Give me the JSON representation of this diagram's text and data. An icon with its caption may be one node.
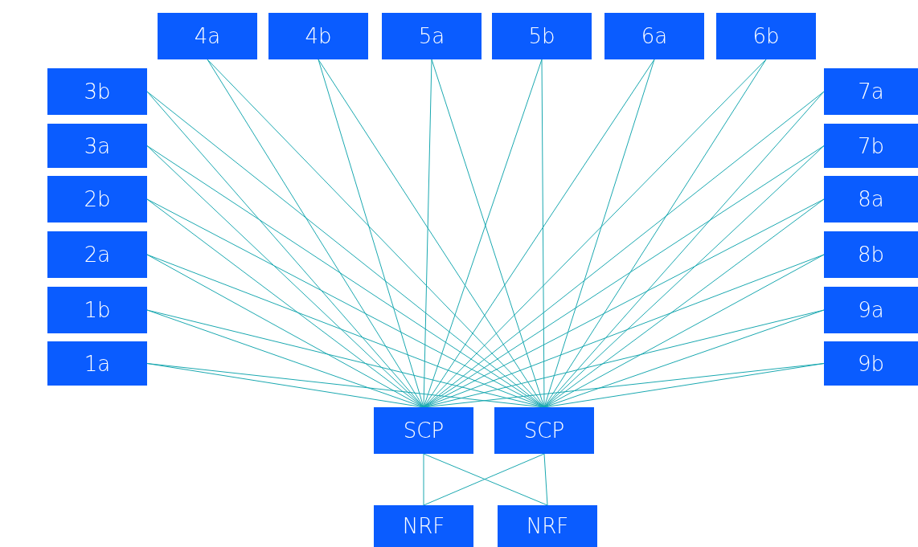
{
  "diagram": {
    "nodes": [
      {
        "text": [
          "4a"
        ]
      },
      {
        "text": [
          "4b"
        ]
      },
      {
        "text": [
          "5a"
        ]
      },
      {
        "text": [
          "5b"
        ]
      },
      {
        "text": [
          "6a"
        ]
      },
      {
        "text": [
          "6b"
        ]
      },
      {
        "text": [
          "3b"
        ]
      },
      {
        "text": [
          "7a"
        ]
      },
      {
        "text": [
          "3a"
        ]
      },
      {
        "text": [
          "7b"
        ]
      },
      {
        "text": [
          "2b"
        ]
      },
      {
        "text": [
          "8a"
        ]
      },
      {
        "text": [
          "2a"
        ]
      },
      {
        "text": [
          "8b"
        ]
      },
      {
        "text": [
          "1b"
        ]
      },
      {
        "text": [
          "9a"
        ]
      },
      {
        "text": [
          "1a"
        ]
      },
      {
        "text": [
          "9b"
        ]
      },
      {
        "text": [
          "SCP"
        ]
      },
      {
        "text": [
          "SCP"
        ]
      },
      {
        "text": [
          "NRF"
        ]
      },
      {
        "text": [
          "NRF"
        ]
      }
    ],
    "edges": [
      {
        "from": 0,
        "to": 18,
        "arrow": "none"
      },
      {
        "from": 0,
        "to": 19,
        "arrow": "none"
      },
      {
        "from": 1,
        "to": 18,
        "arrow": "none"
      },
      {
        "from": 1,
        "to": 19,
        "arrow": "none"
      },
      {
        "from": 2,
        "to": 18,
        "arrow": "none"
      },
      {
        "from": 2,
        "to": 19,
        "arrow": "none"
      },
      {
        "from": 3,
        "to": 18,
        "arrow": "none"
      },
      {
        "from": 3,
        "to": 19,
        "arrow": "none"
      },
      {
        "from": 4,
        "to": 18,
        "arrow": "none"
      },
      {
        "from": 4,
        "to": 19,
        "arrow": "none"
      },
      {
        "from": 5,
        "to": 18,
        "arrow": "none"
      },
      {
        "from": 5,
        "to": 19,
        "arrow": "none"
      },
      {
        "from": 6,
        "to": 18,
        "arrow": "none"
      },
      {
        "from": 6,
        "to": 19,
        "arrow": "none"
      },
      {
        "from": 7,
        "to": 18,
        "arrow": "none"
      },
      {
        "from": 7,
        "to": 19,
        "arrow": "none"
      },
      {
        "from": 8,
        "to": 18,
        "arrow": "none"
      },
      {
        "from": 8,
        "to": 19,
        "arrow": "none"
      },
      {
        "from": 9,
        "to": 18,
        "arrow": "none"
      },
      {
        "from": 9,
        "to": 19,
        "arrow": "none"
      },
      {
        "from": 10,
        "to": 18,
        "arrow": "none"
      },
      {
        "from": 10,
        "to": 19,
        "arrow": "none"
      },
      {
        "from": 11,
        "to": 18,
        "arrow": "none"
      },
      {
        "from": 11,
        "to": 19,
        "arrow": "none"
      },
      {
        "from": 12,
        "to": 18,
        "arrow": "none"
      },
      {
        "from": 12,
        "to": 19,
        "arrow": "none"
      },
      {
        "from": 13,
        "to": 18,
        "arrow": "none"
      },
      {
        "from": 13,
        "to": 19,
        "arrow": "none"
      },
      {
        "from": 14,
        "to": 18,
        "arrow": "none"
      },
      {
        "from": 14,
        "to": 19,
        "arrow": "none"
      },
      {
        "from": 15,
        "to": 18,
        "arrow": "none"
      },
      {
        "from": 15,
        "to": 19,
        "arrow": "none"
      },
      {
        "from": 16,
        "to": 18,
        "arrow": "none"
      },
      {
        "from": 16,
        "to": 19,
        "arrow": "none"
      },
      {
        "from": 17,
        "to": 18,
        "arrow": "none"
      },
      {
        "from": 17,
        "to": 19,
        "arrow": "none"
      },
      {
        "from": 18,
        "to": 20,
        "arrow": "none"
      },
      {
        "from": 18,
        "to": 21,
        "arrow": "none"
      },
      {
        "from": 19,
        "to": 20,
        "arrow": "none"
      },
      {
        "from": 19,
        "to": 21,
        "arrow": "none"
      }
    ]
  }
}
